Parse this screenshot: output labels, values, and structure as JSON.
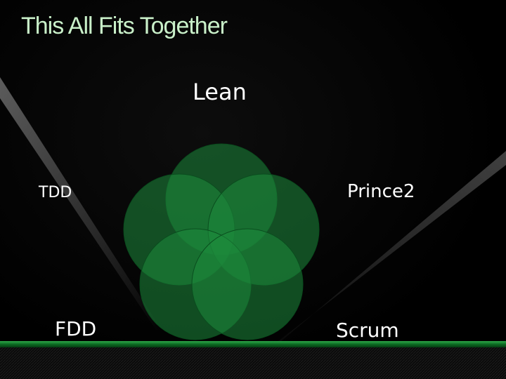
{
  "slide": {
    "title": "This All Fits Together"
  },
  "diagram": {
    "labels": {
      "lean": "Lean",
      "tdd": "TDD",
      "prince2": "Prince2",
      "fdd": "FDD",
      "scrum": "Scrum"
    }
  },
  "colors": {
    "background": "#000000",
    "title": "#c9f0c9",
    "circle_fill": "#1e8a3c",
    "band": "#0b6a22"
  }
}
